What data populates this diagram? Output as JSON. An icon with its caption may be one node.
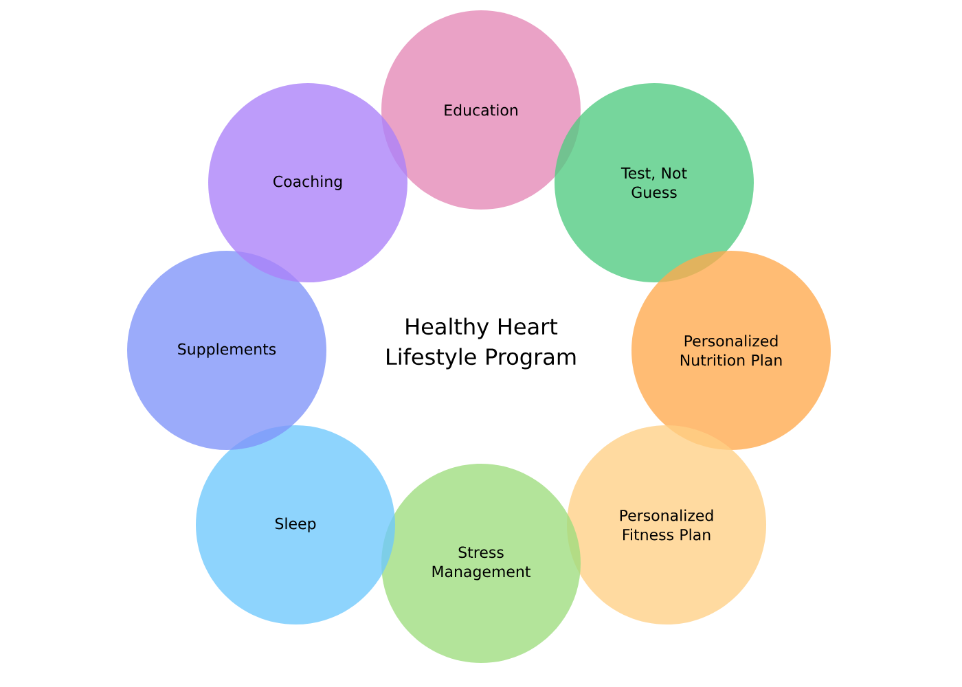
{
  "diagram": {
    "title": "Healthy Heart Lifestyle Program",
    "nodes": [
      {
        "text": [
          "Education"
        ]
      },
      {
        "text": [
          "Test, Not Guess"
        ]
      },
      {
        "text": [
          "Personalized Nutrition Plan"
        ]
      },
      {
        "text": [
          "Personalized Fitness Plan"
        ]
      },
      {
        "text": [
          "Stress Management"
        ]
      },
      {
        "text": [
          "Sleep"
        ]
      },
      {
        "text": [
          "Supplements"
        ]
      },
      {
        "text": [
          "Coaching"
        ]
      }
    ]
  }
}
